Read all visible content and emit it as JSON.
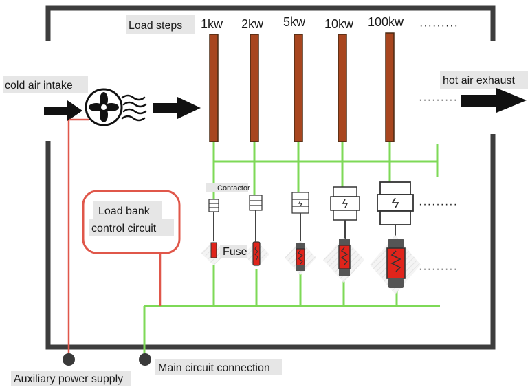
{
  "colors": {
    "frame": "#3d3d3d",
    "resistor_fill": "#a8461f",
    "resistor_edge": "#4a2a14",
    "main_line": "#7ed957",
    "control_line": "#e0574a",
    "label_bg": "#e6e6e6",
    "fuse_red": "#e0241b",
    "dot": "#3a3a3a"
  },
  "header": {
    "load_steps_label": "Load steps",
    "steps": [
      "1kw",
      "2kw",
      "5kw",
      "10kw",
      "100kw"
    ],
    "more_dots": "·········"
  },
  "airflow": {
    "intake_label": "cold air intake",
    "exhaust_label": "hot air exhaust",
    "fan_icon": "fan-icon"
  },
  "components": {
    "contactor_label": "Contactor",
    "fuse_label": "Fuse",
    "more_dots": "·········"
  },
  "control": {
    "box_line1": "Load bank",
    "box_line2": "control circuit"
  },
  "terminals": {
    "auxiliary_label": "Auxiliary power supply",
    "main_label": "Main circuit connection"
  }
}
